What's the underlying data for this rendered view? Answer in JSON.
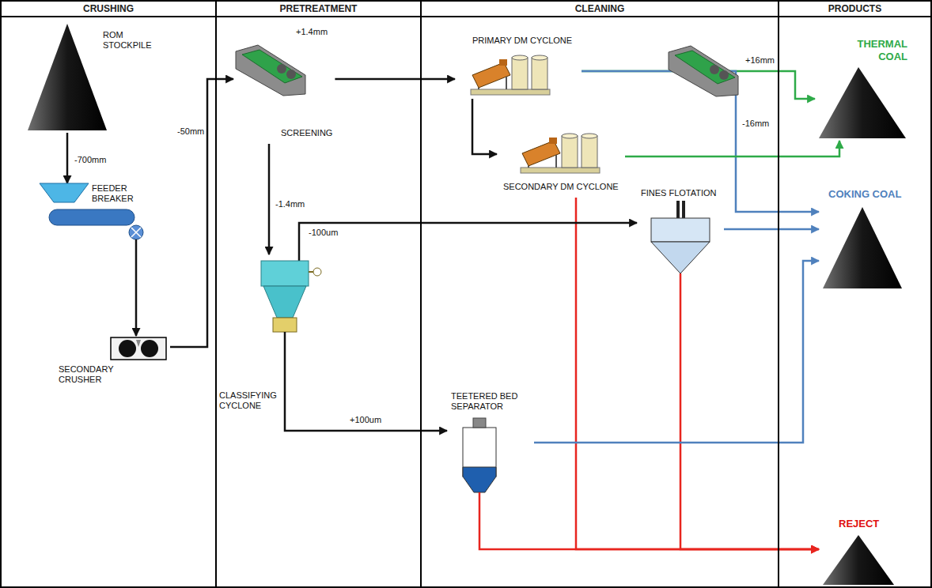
{
  "diagram": {
    "nodes": [
      {
        "text": [
          "CRUSHING"
        ]
      },
      {
        "text": [
          "ROM STOCKPILE"
        ],
        "in": 0
      },
      {
        "text": [
          "FEEDER BREAKER"
        ],
        "in": 0
      },
      {
        "text": [
          "SECONDARY CRUSHER"
        ],
        "in": 0
      },
      {
        "text": [
          "PRETREATMENT"
        ]
      },
      {
        "text": [
          "SCREENING"
        ],
        "in": 4
      },
      {
        "text": [
          "CLASSIFYING CYCLONE"
        ],
        "in": 4
      },
      {
        "text": [
          "CLEANING"
        ]
      },
      {
        "text": [
          "PRIMARY DM CYCLONE"
        ],
        "in": 7
      },
      {
        "text": [
          "SECONDARY DM CYCLONE"
        ],
        "in": 7
      },
      {
        "text": [
          "FINES FLOTATION"
        ],
        "in": 7
      },
      {
        "text": [
          "TEETERED BED SEPARATOR"
        ],
        "in": 7
      },
      {
        "text": [
          "PRODUCTS"
        ]
      },
      {
        "text": [
          "THERMAL COAL"
        ],
        "in": 12
      },
      {
        "text": [
          "COKING COAL"
        ],
        "in": 12
      },
      {
        "text": [
          "REJECT"
        ],
        "in": 12
      }
    ],
    "edges": [
      {
        "from": 1,
        "to": 2,
        "arrow": "to",
        "label": "-700mm"
      },
      {
        "from": 2,
        "to": 3,
        "arrow": "to"
      },
      {
        "from": 3,
        "to": 5,
        "arrow": "to",
        "label": "-50mm"
      },
      {
        "from": 5,
        "to": 8,
        "arrow": "to",
        "label": "+1.4mm"
      },
      {
        "from": 5,
        "to": 6,
        "arrow": "to",
        "label": "-1.4mm"
      },
      {
        "from": 8,
        "to": 9,
        "arrow": "to"
      },
      {
        "from": 8,
        "to": 13,
        "arrow": "to",
        "label": "+16mm"
      },
      {
        "from": 8,
        "to": 14,
        "arrow": "to",
        "label": "-16mm"
      },
      {
        "from": 9,
        "to": 13,
        "arrow": "to"
      },
      {
        "from": 9,
        "to": 15,
        "arrow": "to"
      },
      {
        "from": 6,
        "to": 10,
        "arrow": "to",
        "label": "-100um"
      },
      {
        "from": 6,
        "to": 11,
        "arrow": "to",
        "label": "+100um"
      },
      {
        "from": 10,
        "to": 14,
        "arrow": "to"
      },
      {
        "from": 10,
        "to": 15,
        "arrow": "to"
      },
      {
        "from": 11,
        "to": 14,
        "arrow": "to"
      },
      {
        "from": 11,
        "to": 15,
        "arrow": "to"
      }
    ]
  }
}
